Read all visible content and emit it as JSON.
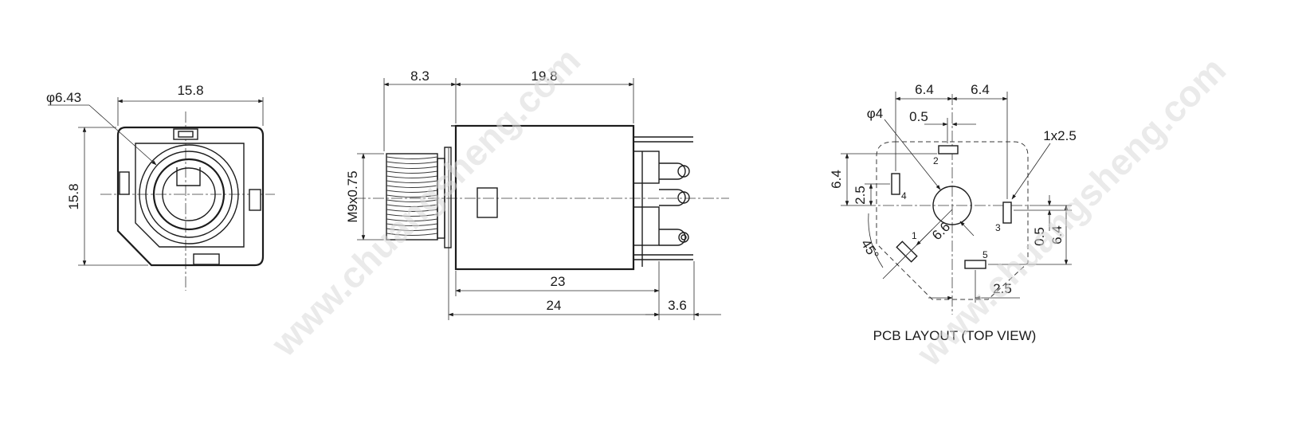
{
  "watermark": "www.chuangsheng.com",
  "front_view": {
    "dim_width": "15.8",
    "dim_height": "15.8",
    "dim_hole": "φ6.43"
  },
  "side_view": {
    "dim_thread_length": "8.3",
    "dim_body_length": "19.8",
    "dim_thread": "M9x0.75",
    "dim_body_23": "23",
    "dim_overall_24": "24",
    "dim_pin_3_6": "3.6"
  },
  "pcb_layout": {
    "caption": "PCB LAYOUT (TOP VIEW)",
    "dim_left_6_4": "6.4",
    "dim_right_6_4": "6.4",
    "dim_offset_0_5": "0.5",
    "dim_hole": "φ4",
    "dim_slot": "1x2.5",
    "dim_vert_6_4_left": "6.4",
    "dim_vert_2_5": "2.5",
    "dim_radius_6_6": "6.6",
    "dim_angle": "45°",
    "dim_vert_0_5_right": "0.5",
    "dim_vert_6_4_right": "6.4",
    "dim_bottom_2_5": "2.5",
    "pins": [
      "1",
      "2",
      "3",
      "4",
      "5"
    ]
  },
  "colors": {
    "line": "#1c1c1c",
    "watermark": "#d8d8d8",
    "background": "#ffffff"
  }
}
